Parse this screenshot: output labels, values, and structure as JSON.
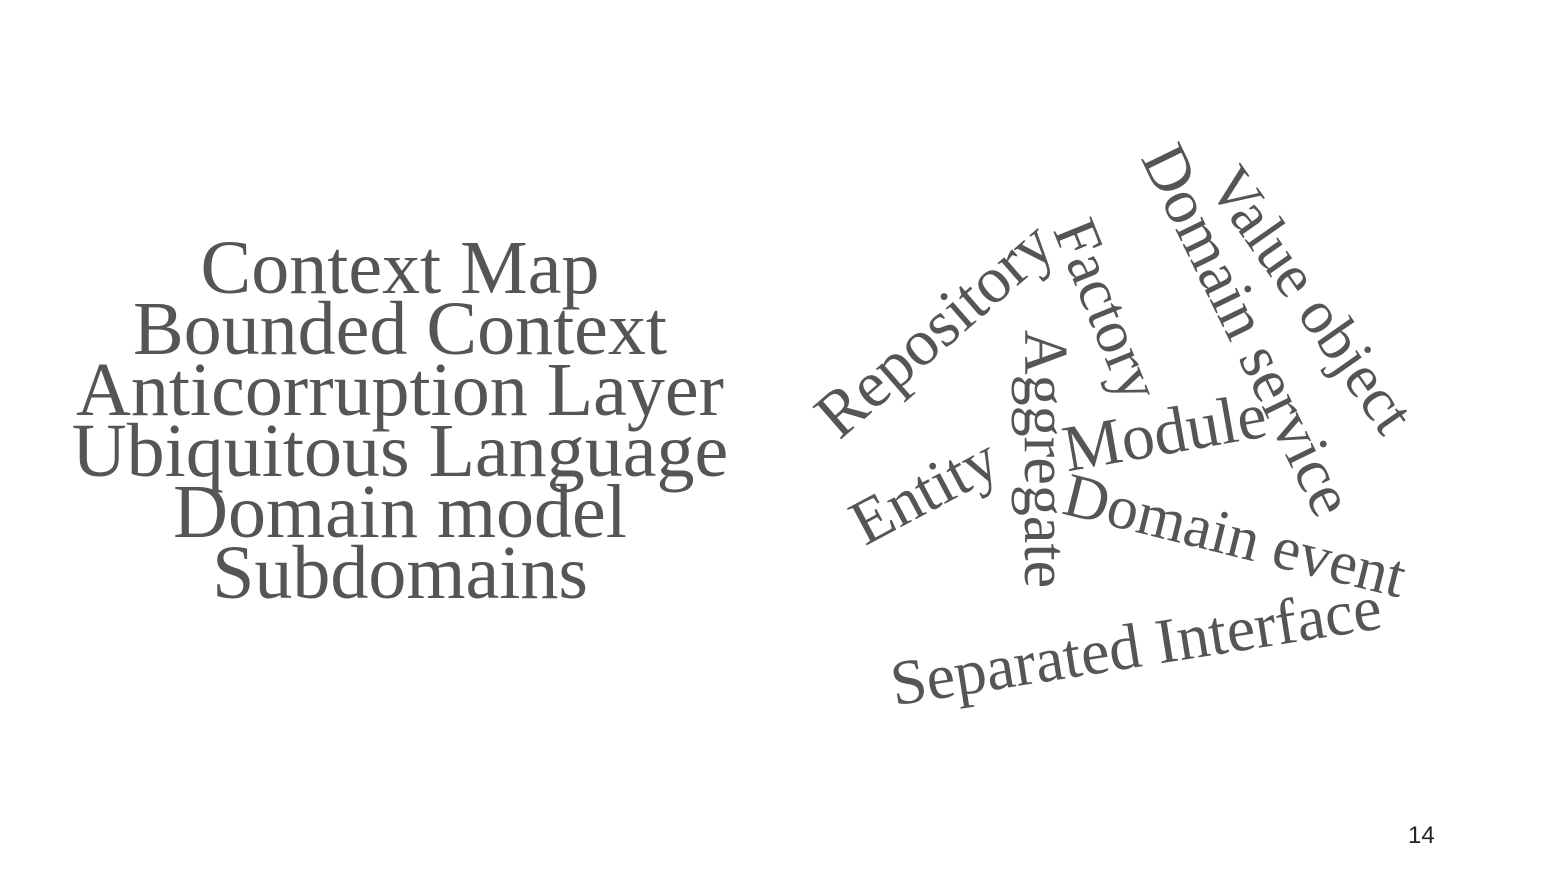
{
  "strategic_terms": [
    "Context Map",
    "Bounded Context",
    "Anticorruption Layer",
    "Ubiquitous Language",
    "Domain model",
    "Subdomains"
  ],
  "tactical_terms": {
    "repository": "Repository",
    "factory": "Factory",
    "aggregate": "Aggregate",
    "entity": "Entity",
    "module": "Module",
    "domain_service": "Domain service",
    "value_object": "Value object",
    "domain_event": "Domain event",
    "separated_interface": "Separated Interface"
  },
  "page_number": "14",
  "colors": {
    "text": "#555555",
    "background": "#ffffff"
  }
}
